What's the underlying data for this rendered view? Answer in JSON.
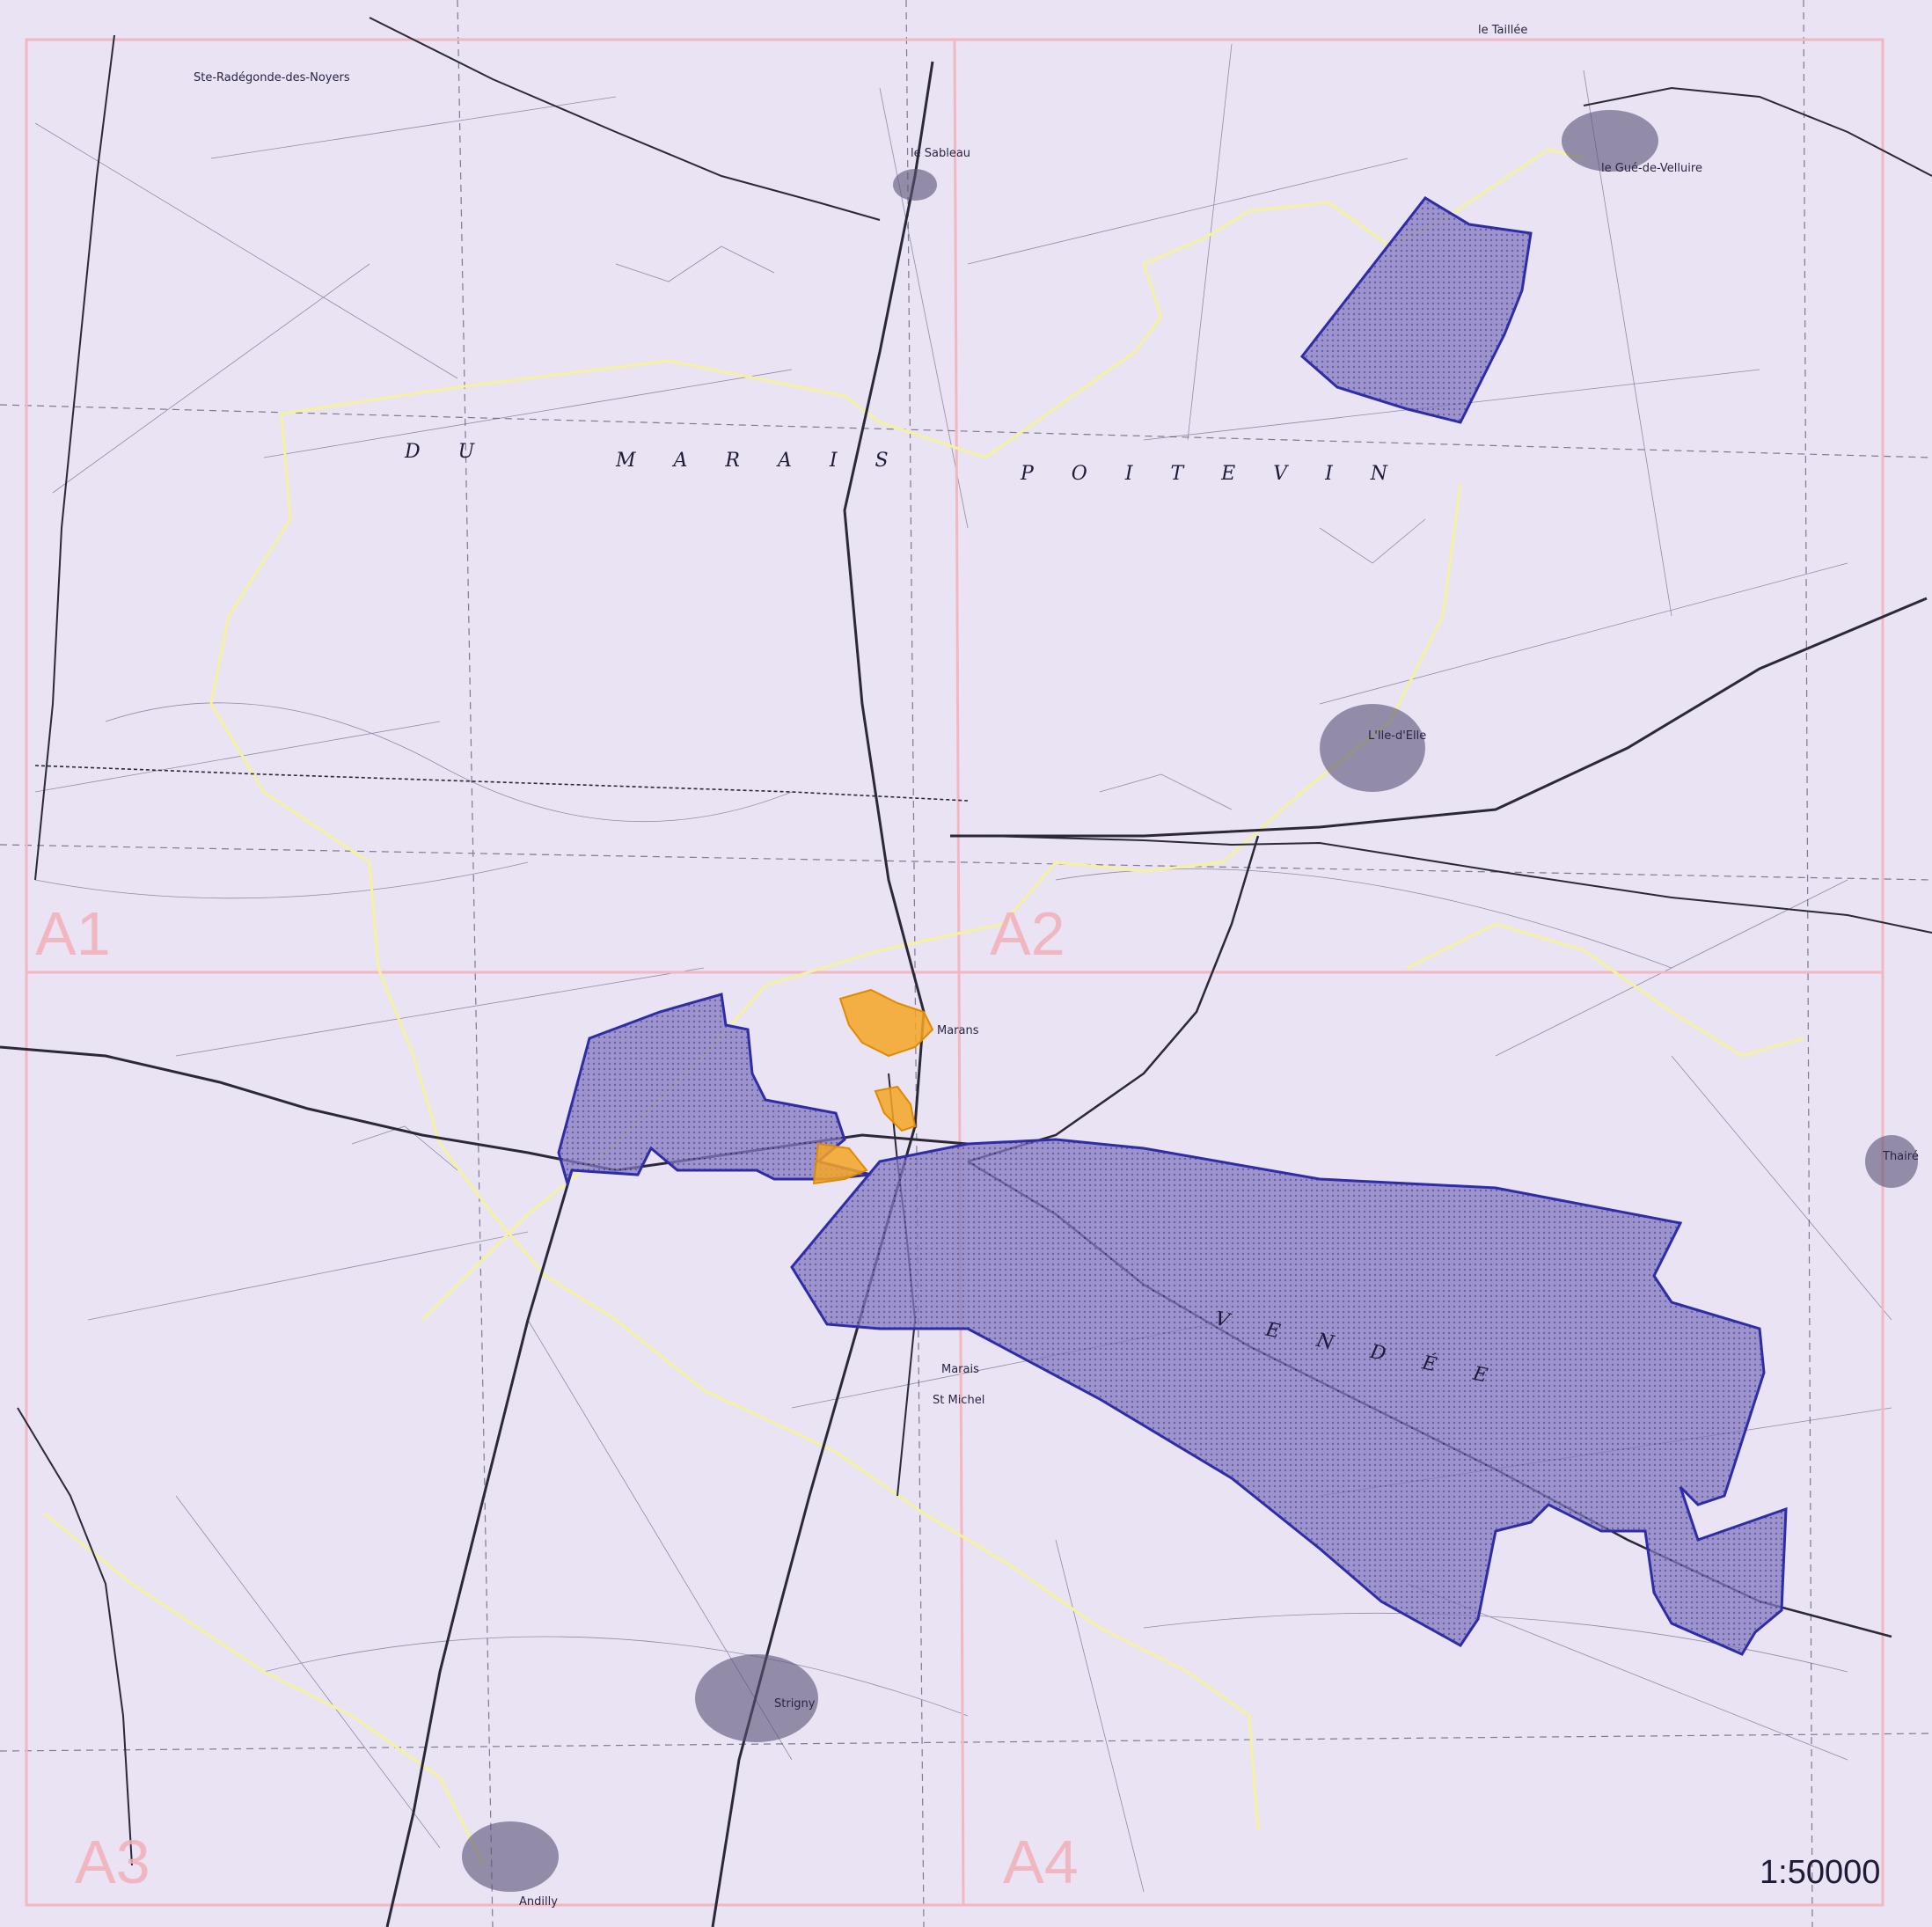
{
  "map": {
    "scale_label": "1:50000",
    "quadrants": [
      "A1",
      "A2",
      "A3",
      "A4"
    ],
    "region_words": [
      "D U",
      "M A R A I S",
      "P O I T E V I N",
      "V E N D É E"
    ],
    "towns": [
      {
        "id": "ste-radegonde",
        "name": "Ste-Radégonde-des-Noyers"
      },
      {
        "id": "le-sableau",
        "name": "le Sableau"
      },
      {
        "id": "le-gue-de-velluire",
        "name": "le Gué-de-Velluire"
      },
      {
        "id": "le-taillee",
        "name": "le Taillée"
      },
      {
        "id": "l-ile-d-elle",
        "name": "L'Ile-d'Elle"
      },
      {
        "id": "marans",
        "name": "Marans"
      },
      {
        "id": "st-michel",
        "name": "St Michel"
      },
      {
        "id": "strigny",
        "name": "Strigny"
      },
      {
        "id": "andilly",
        "name": "Andilly"
      },
      {
        "id": "thaire",
        "name": "Thairé"
      },
      {
        "id": "marais",
        "name": "Marais"
      }
    ],
    "colors": {
      "background": "#e9e3f4",
      "protected_area_fill": "#7b6fb8",
      "protected_area_stroke": "#2f2ca8",
      "urban_zone": "#f5a623",
      "grid_line": "#f3b7bf",
      "boundary": "#f4f2a0",
      "road": "#2b2838"
    }
  }
}
